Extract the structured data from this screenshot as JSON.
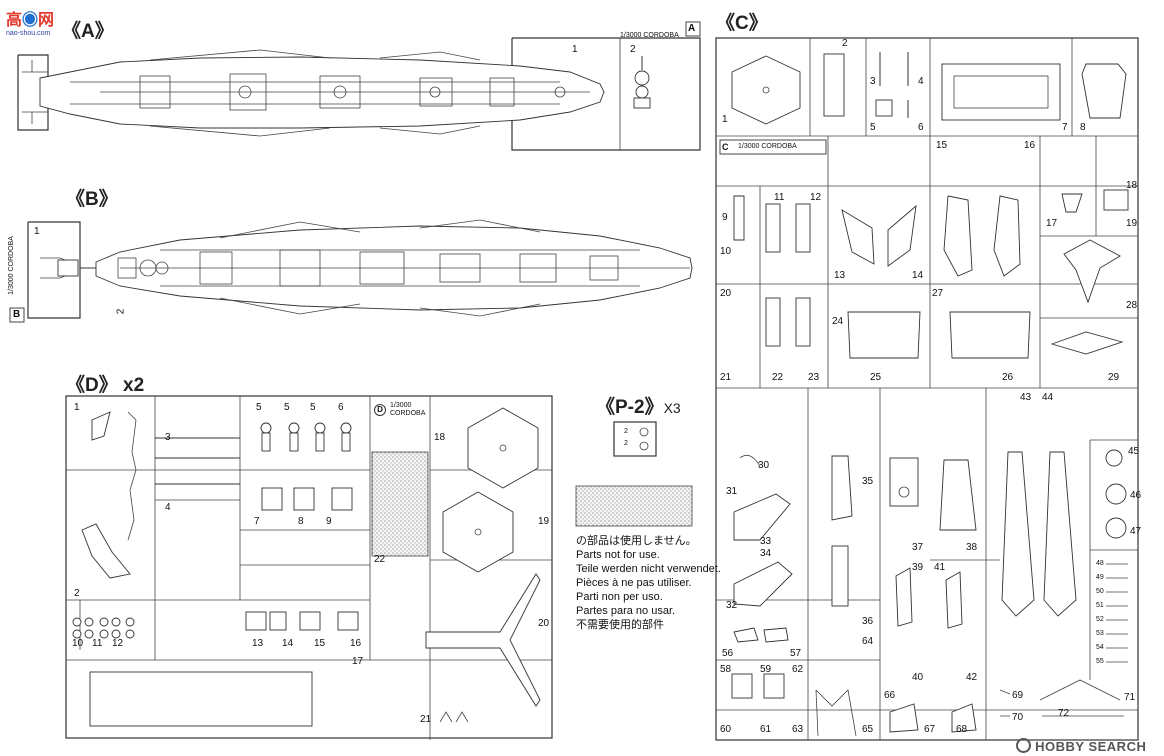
{
  "site_logo": {
    "mark": "高",
    "mark2": "网",
    "url_text": "nao-shou.com"
  },
  "sprue_a": {
    "label": "《A》",
    "tag": "1/3000 CORDOBA",
    "tag_letter": "A",
    "parts": [
      "1",
      "2"
    ]
  },
  "sprue_b": {
    "label": "《B》",
    "tag": "1/3000 CORDOBA",
    "tag_letter": "B",
    "parts": [
      "1",
      "2"
    ]
  },
  "sprue_c": {
    "label": "《C》",
    "tag": "1/3000 CORDOBA",
    "tag_letter": "C",
    "parts": [
      "1",
      "2",
      "3",
      "4",
      "5",
      "6",
      "7",
      "8",
      "9",
      "10",
      "11",
      "12",
      "13",
      "14",
      "15",
      "16",
      "17",
      "18",
      "19",
      "20",
      "21",
      "22",
      "23",
      "24",
      "25",
      "26",
      "27",
      "28",
      "29",
      "30",
      "31",
      "32",
      "33",
      "34",
      "35",
      "36",
      "37",
      "38",
      "39",
      "40",
      "41",
      "42",
      "43",
      "44",
      "45",
      "46",
      "47",
      "48",
      "49",
      "50",
      "51",
      "52",
      "53",
      "54",
      "55",
      "56",
      "57",
      "58",
      "59",
      "60",
      "61",
      "62",
      "63",
      "64",
      "65",
      "66",
      "67",
      "68",
      "69",
      "70",
      "71",
      "72"
    ]
  },
  "sprue_d": {
    "label": "《D》",
    "multiplier": "x2",
    "tag_scale": "1/3000",
    "tag_name": "CORDOBA",
    "tag_letter": "D",
    "parts": [
      "1",
      "2",
      "3",
      "4",
      "5",
      "6",
      "7",
      "8",
      "9",
      "10",
      "11",
      "12",
      "13",
      "14",
      "15",
      "16",
      "17",
      "18",
      "19",
      "20",
      "21",
      "22"
    ]
  },
  "sprue_p2": {
    "label": "《P-2》",
    "multiplier": "X3",
    "parts": [
      "2",
      "2"
    ]
  },
  "not_for_use": {
    "lines": [
      "の部品は使用しません。",
      "Parts not for use.",
      "Teile werden nicht verwendet.",
      "Pièces à ne pas utiliser.",
      "Parti non per uso.",
      "Partes para no usar.",
      "不需要使用的部件"
    ]
  },
  "watermark": {
    "text": "HOBBY SEARCH"
  },
  "colors": {
    "line": "#333333",
    "paper": "#ffffff",
    "logo_red": "#e23b2e",
    "logo_blue": "#2f3fa0"
  }
}
